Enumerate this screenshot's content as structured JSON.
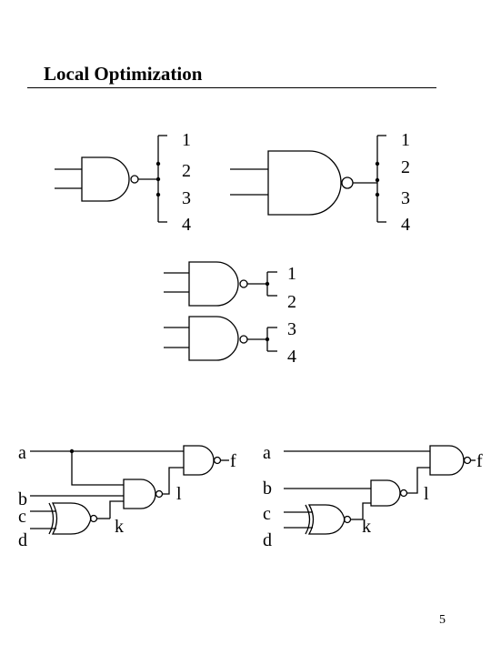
{
  "title": "Local Optimization",
  "page_number": "5",
  "fanout_large": [
    "1",
    "2",
    "3",
    "4"
  ],
  "fanout_split_labels": [
    "1",
    "2",
    "3",
    "4"
  ],
  "circuit_before": {
    "inputs": [
      "a",
      "b",
      "c",
      "d"
    ],
    "output": "f",
    "node_l": "l",
    "node_k": "k"
  },
  "circuit_after": {
    "inputs": [
      "a",
      "b",
      "c",
      "d"
    ],
    "output": "f",
    "node_l": "l",
    "node_k": "k"
  }
}
